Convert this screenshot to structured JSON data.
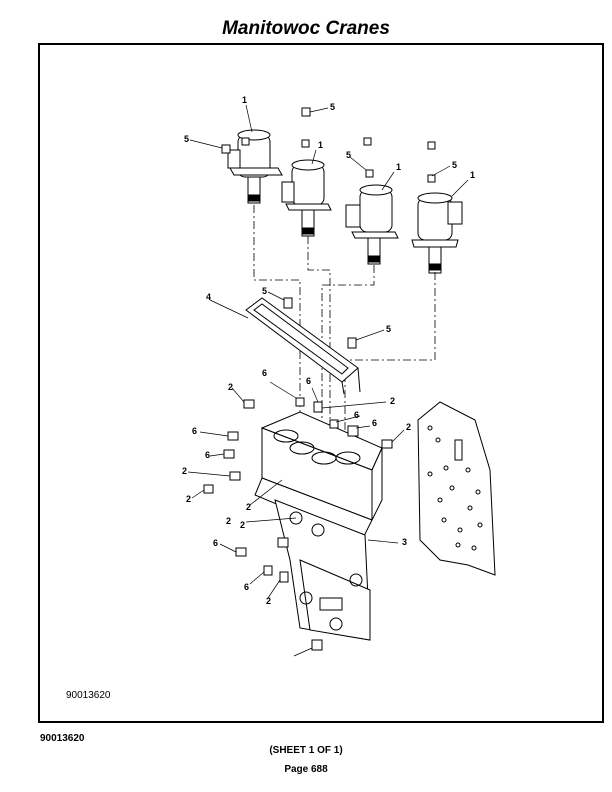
{
  "header": {
    "title": "Manitowoc Cranes"
  },
  "figure": {
    "drawing_id": "90013620",
    "callouts": [
      "1",
      "1",
      "1",
      "1",
      "2",
      "2",
      "2",
      "2",
      "2",
      "2",
      "2",
      "2",
      "2",
      "3",
      "4",
      "5",
      "5",
      "5",
      "5",
      "5",
      "5",
      "6",
      "6",
      "6",
      "6",
      "6",
      "6",
      "6",
      "6"
    ]
  },
  "footer": {
    "drawing_id": "90013620",
    "sheet": "(SHEET 1 OF 1)",
    "page": "Page 688"
  }
}
